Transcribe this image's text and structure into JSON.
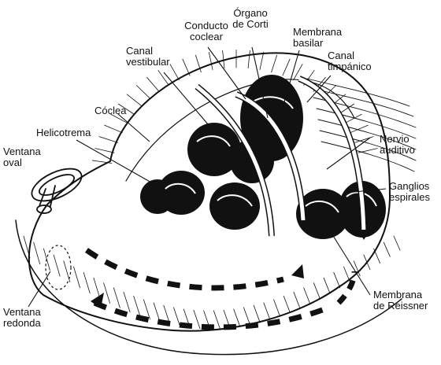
{
  "labels": {
    "conducto_coclear": "Conducto\ncoclear",
    "organo_de_corti": "Órgano\nde Corti",
    "membrana_basilar": "Membrana\nbasilar",
    "canal_vestibular": "Canal\nvestibular",
    "canal_timpanico": "Canal\ntimpánico",
    "coclea": "Cóclea",
    "nervio_auditivo": "Nervio\nauditivo",
    "helicotrema": "Helicotrema",
    "ventana_oval": "Ventana\noval",
    "ganglios_espirales": "Ganglios\nespirales",
    "membrana_de_reissner": "Membrana\nde Reissner",
    "ventana_redonda": "Ventana\nredonda"
  },
  "colors": {
    "ink": "#111111",
    "paper": "#ffffff"
  }
}
